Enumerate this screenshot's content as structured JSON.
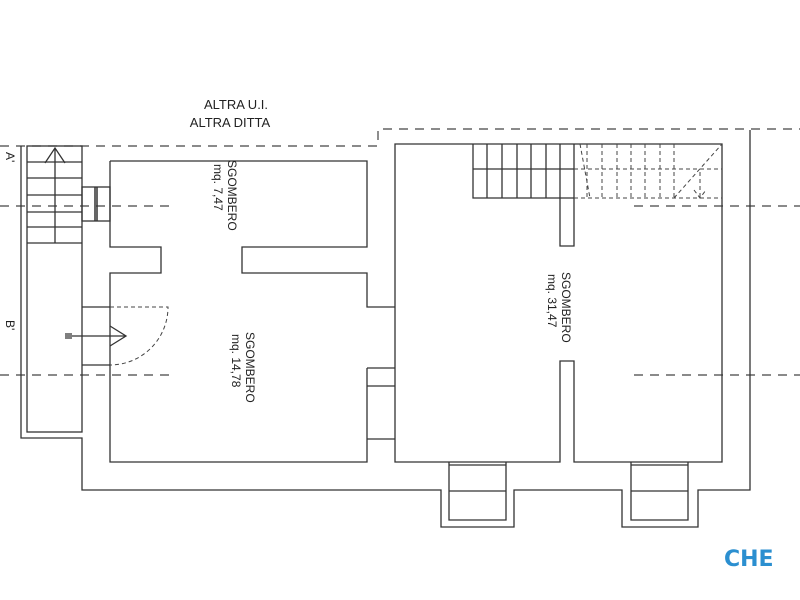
{
  "header": {
    "line1": "ALTRA U.I.",
    "line2": "ALTRA DITTA"
  },
  "rooms": [
    {
      "name": "SGOMBERO",
      "area": "mq. 7,47"
    },
    {
      "name": "SGOMBERO",
      "area": "mq. 14,78"
    },
    {
      "name": "SGOMBERO",
      "area": "mq. 31,47"
    }
  ],
  "sections": {
    "a": "A'",
    "b": "B'"
  },
  "logo": {
    "text": "CHE",
    "color": "#2b8fd0"
  }
}
